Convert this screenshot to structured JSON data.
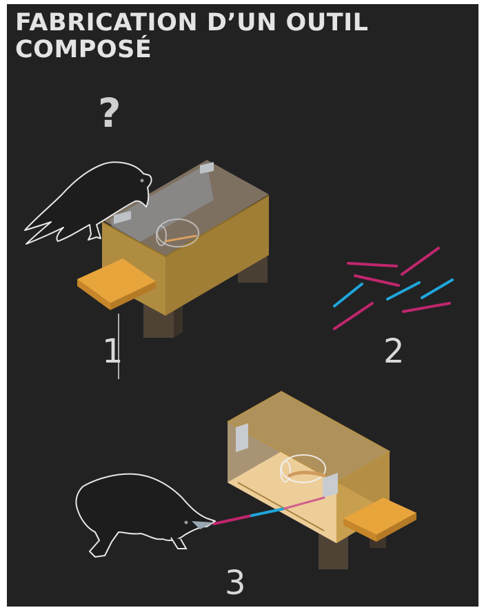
{
  "title": "FABRICATION D’UN OUTIL\nCOMPOSÉ",
  "question_mark": "?",
  "steps": [
    "1",
    "2",
    "3"
  ],
  "colors": {
    "background": "#222223",
    "box_wood": "#a8873b",
    "tray": "#e8a53c",
    "legs": "#4a3f33",
    "stick_long": "#c0266d",
    "stick_short": "#1fa6dc",
    "bird": "#1d1d1d",
    "text": "#e4e4e4"
  }
}
